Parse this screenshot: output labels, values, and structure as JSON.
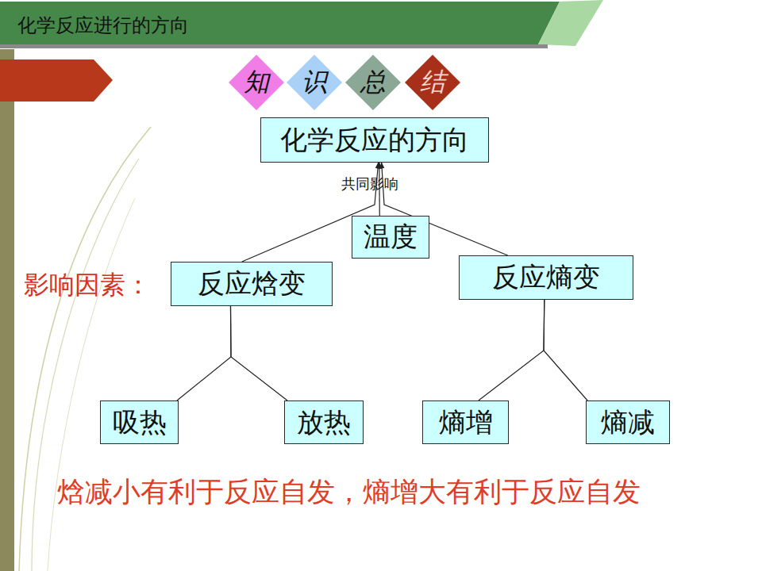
{
  "diagram": {
    "title": "化学反应进行的方向",
    "nodes": [
      {
        "text": [
          "知"
        ]
      },
      {
        "text": [
          "识"
        ]
      },
      {
        "text": [
          "总"
        ]
      },
      {
        "text": [
          "结"
        ]
      },
      {
        "text": [
          "化学反应的方向"
        ]
      },
      {
        "text": [
          "温度"
        ]
      },
      {
        "text": [
          "反应焓变"
        ]
      },
      {
        "text": [
          "反应熵变"
        ]
      },
      {
        "text": [
          "吸热"
        ]
      },
      {
        "text": [
          "放热"
        ]
      },
      {
        "text": [
          "熵增"
        ]
      },
      {
        "text": [
          "熵减"
        ]
      }
    ],
    "edges": [
      {
        "from": 6,
        "to": 4,
        "arrow": "to"
      },
      {
        "from": 5,
        "to": 4,
        "label": "共同影响",
        "arrow": "to"
      },
      {
        "from": 7,
        "to": 4,
        "arrow": "to"
      },
      {
        "from": 6,
        "to": 8,
        "arrow": "none"
      },
      {
        "from": 6,
        "to": 9,
        "arrow": "none"
      },
      {
        "from": 7,
        "to": 10,
        "arrow": "none"
      },
      {
        "from": 7,
        "to": 11,
        "arrow": "none"
      }
    ],
    "labels": [
      "影响因素：",
      "焓减小有利于反应自发，熵增大有利于反应自发"
    ]
  }
}
